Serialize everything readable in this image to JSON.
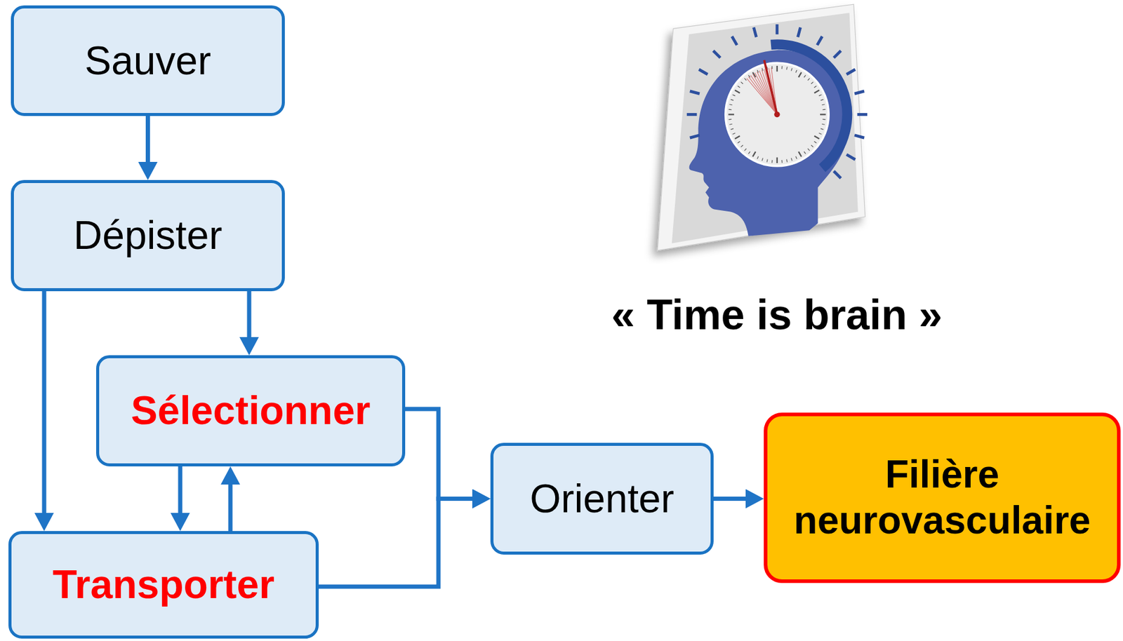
{
  "diagram": {
    "nodes": [
      {
        "text": [
          "Sauver"
        ]
      },
      {
        "text": [
          "Dépister"
        ]
      },
      {
        "text": [
          "Sélectionner"
        ]
      },
      {
        "text": [
          "Transporter"
        ]
      },
      {
        "text": [
          "Orienter"
        ]
      },
      {
        "text": [
          "Filière neurovasculaire"
        ]
      }
    ],
    "edges": [
      {
        "from": 0,
        "to": 1,
        "arrow": "to"
      },
      {
        "from": 1,
        "to": 2,
        "arrow": "to"
      },
      {
        "from": 1,
        "to": 3,
        "arrow": "to"
      },
      {
        "from": 2,
        "to": 3,
        "arrow": "to"
      },
      {
        "from": 3,
        "to": 2,
        "arrow": "to"
      },
      {
        "from": 2,
        "to": 4,
        "arrow": "to"
      },
      {
        "from": 3,
        "to": 4,
        "arrow": "to"
      },
      {
        "from": 4,
        "to": 5,
        "arrow": "to"
      }
    ],
    "labels": [
      "« Time is brain »"
    ]
  }
}
